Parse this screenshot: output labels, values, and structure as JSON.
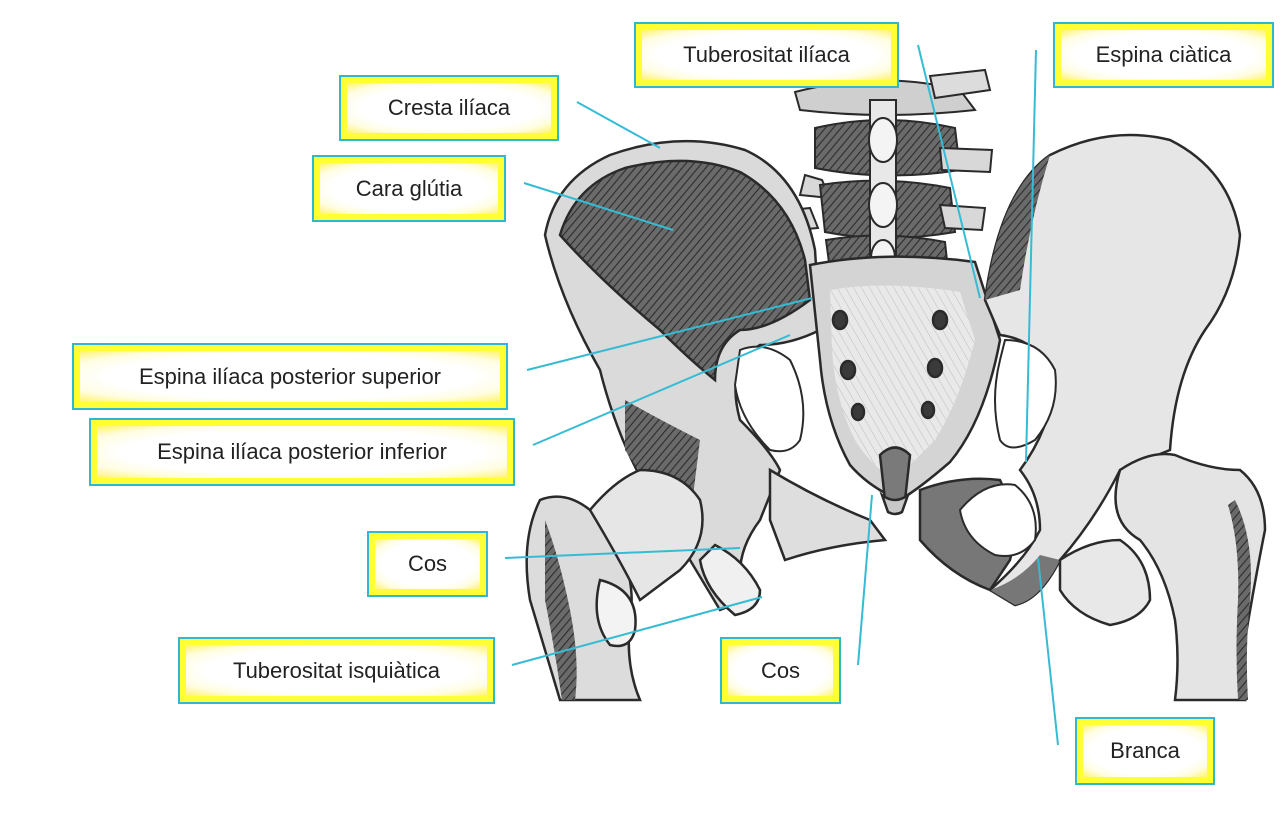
{
  "diagram": {
    "labels": [
      {
        "id": "tuberositat-iliaca",
        "text": "Tuberositat ilíaca"
      },
      {
        "id": "espina-ciatica",
        "text": "Espina ciàtica"
      },
      {
        "id": "cresta-iliaca",
        "text": "Cresta ilíaca"
      },
      {
        "id": "cara-glutia",
        "text": "Cara glútia"
      },
      {
        "id": "espina-iliaca-posterior-superior",
        "text": "Espina ilíaca posterior superior"
      },
      {
        "id": "espina-iliaca-posterior-inferior",
        "text": "Espina ilíaca posterior inferior"
      },
      {
        "id": "cos-left",
        "text": "Cos"
      },
      {
        "id": "tuberositat-isquiatica",
        "text": "Tuberositat isquiàtica"
      },
      {
        "id": "cos-center",
        "text": "Cos"
      },
      {
        "id": "branca",
        "text": "Branca"
      }
    ],
    "colors": {
      "label_fill": "#ffff33",
      "label_border": "#2fb8d0",
      "leader_line": "#35bcd4",
      "bone_fill": "#e6e6e6",
      "bone_shade": "#5a5a5a",
      "bone_outline": "#2a2a2a"
    }
  }
}
